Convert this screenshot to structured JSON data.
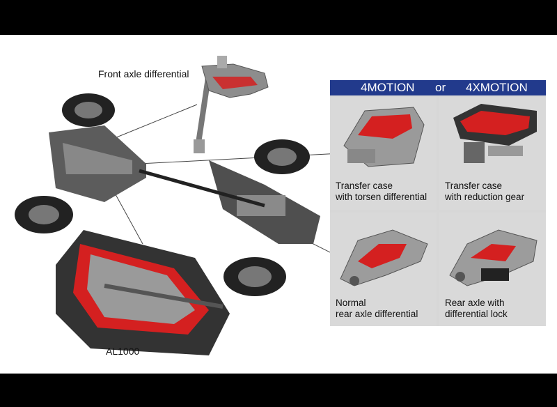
{
  "labels": {
    "front_axle": "Front axle differential",
    "gearbox": "AL1000"
  },
  "panel": {
    "header_left": "4MOTION",
    "header_mid": "or",
    "header_right": "4XMOTION",
    "cells": [
      {
        "line1": "Transfer case",
        "line2": "with torsen differential"
      },
      {
        "line1": "Transfer case",
        "line2": "with reduction gear"
      },
      {
        "line1": "Normal",
        "line2": "rear axle differential"
      },
      {
        "line1": "Rear axle with",
        "line2": "differential lock"
      }
    ]
  },
  "colors": {
    "header_bg": "#223a8c",
    "panel_bg": "#d7d7d7",
    "cutaway_red": "#d42020",
    "metal": "#8a8a8a"
  }
}
